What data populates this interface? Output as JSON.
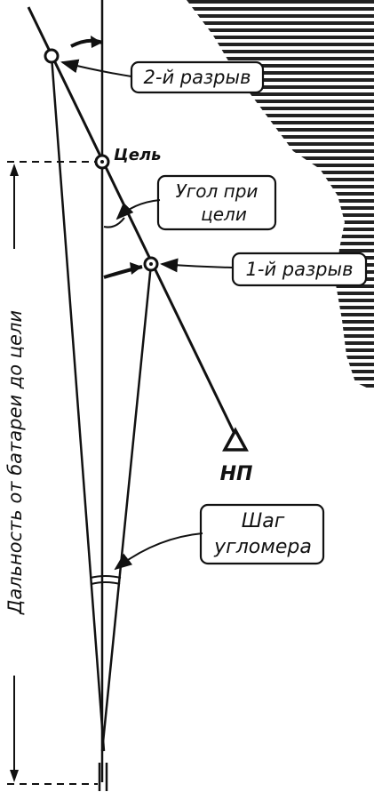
{
  "labels": {
    "target": "Цель",
    "angle_at_target_line1": "Угол при",
    "angle_at_target_line2": "цели",
    "burst_1": "1-й разрыв",
    "burst_2": "2-й разрыв",
    "observation_post": "НП",
    "angle_step_line1": "Шаг",
    "angle_step_line2": "угломера",
    "range_axis": "Дальность от батареи до цели"
  },
  "colors": {
    "ink": "#111111",
    "paper": "#ffffff"
  }
}
